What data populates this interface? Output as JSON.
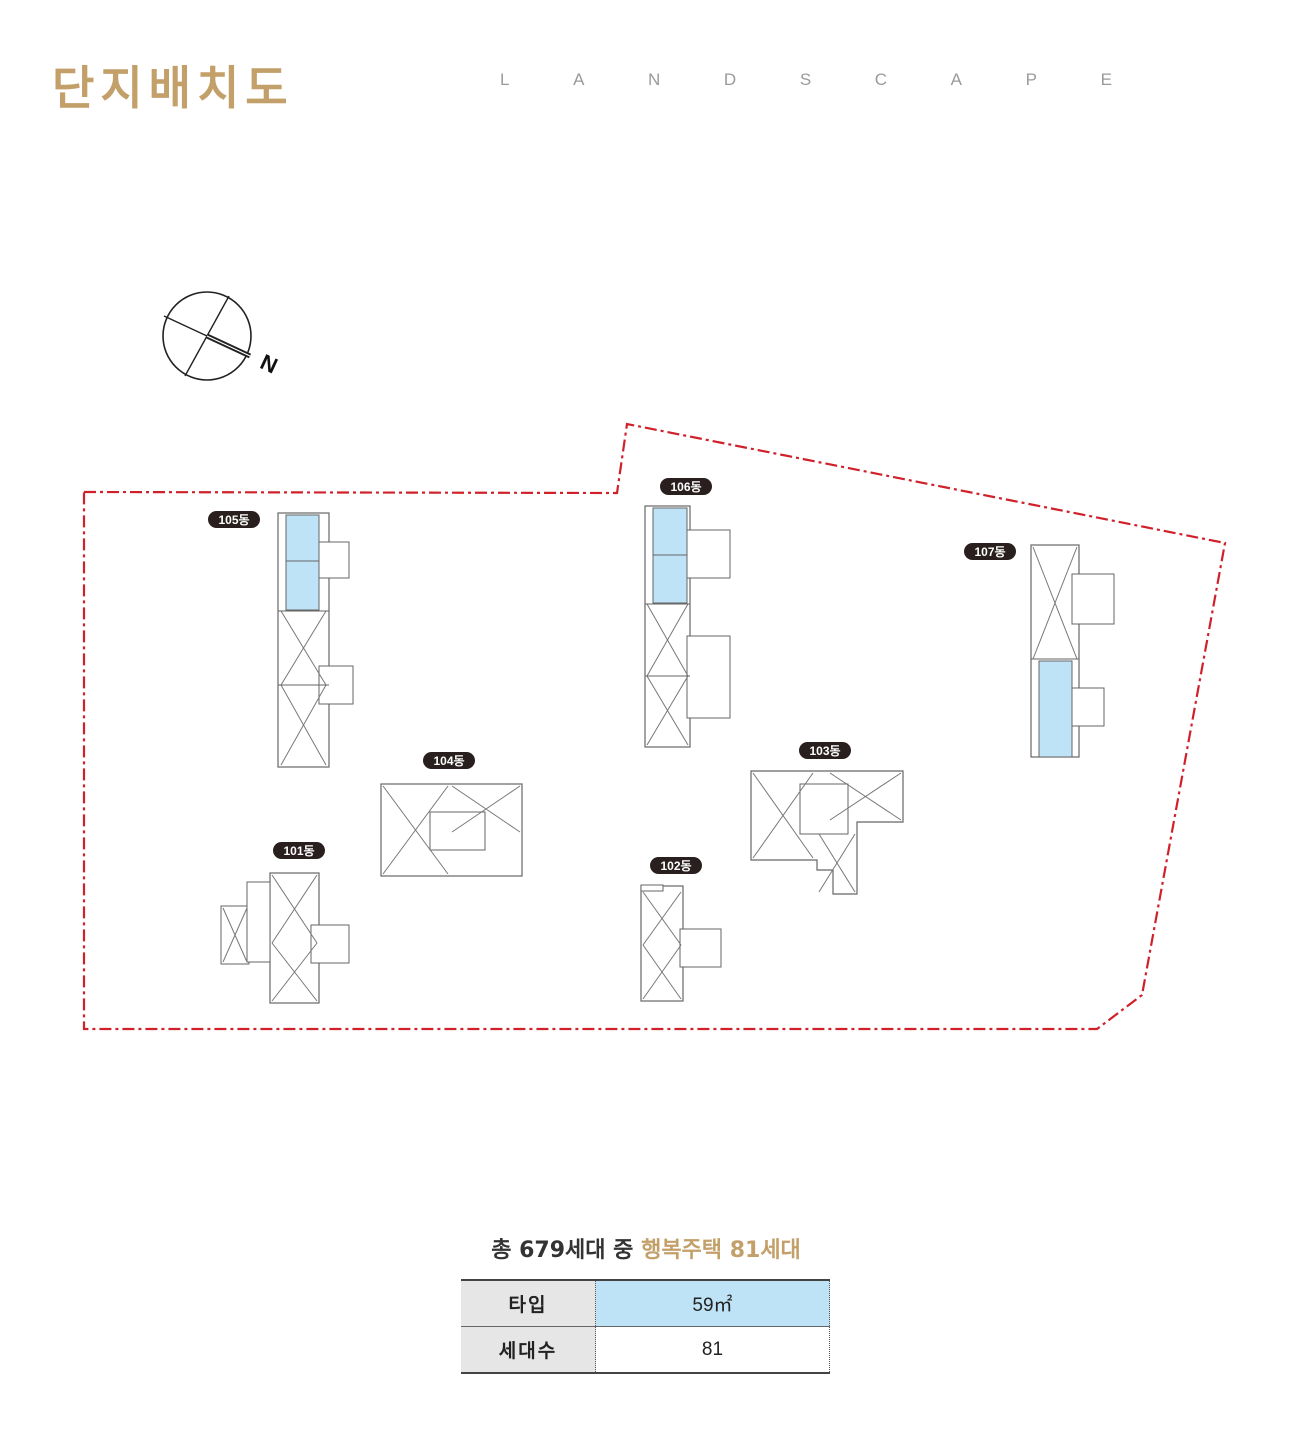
{
  "header": {
    "title": "단지배치도",
    "subtitle_letters": [
      "L",
      "A",
      "N",
      "D",
      "S",
      "C",
      "A",
      "P",
      "E"
    ]
  },
  "compass": {
    "north_label": "N"
  },
  "buildings": [
    {
      "id": "105",
      "label": "105동",
      "highlight": true
    },
    {
      "id": "106",
      "label": "106동",
      "highlight": true
    },
    {
      "id": "107",
      "label": "107동",
      "highlight": true
    },
    {
      "id": "104",
      "label": "104동",
      "highlight": false
    },
    {
      "id": "103",
      "label": "103동",
      "highlight": false
    },
    {
      "id": "101",
      "label": "101동",
      "highlight": false
    },
    {
      "id": "102",
      "label": "102동",
      "highlight": false
    }
  ],
  "summary": {
    "total": "총 679세대 중",
    "highlight": "행복주택 81세대"
  },
  "table": {
    "rows": [
      {
        "header": "타입",
        "value": "59㎡"
      },
      {
        "header": "세대수",
        "value": "81"
      }
    ]
  },
  "colors": {
    "accent_gold": "#c3a06a",
    "highlight_blue": "#bfe3f6",
    "boundary_red": "#d0202a",
    "label_dark": "#2a1f1f"
  }
}
